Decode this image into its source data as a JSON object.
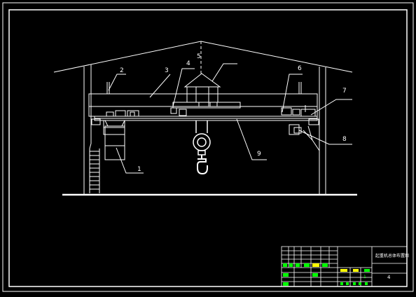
{
  "drawing": {
    "callouts": [
      "1",
      "2",
      "3",
      "4",
      "5",
      "6",
      "7",
      "8",
      "9"
    ],
    "title_block": {
      "drawing_title": "起重机总体布置图",
      "sheet_label": "4",
      "small_codes": [
        "1",
        "1:40"
      ]
    },
    "colors": {
      "background": "#000000",
      "lines": "#ffffff",
      "accent": "#ffff00",
      "text": "#00ff00"
    }
  }
}
